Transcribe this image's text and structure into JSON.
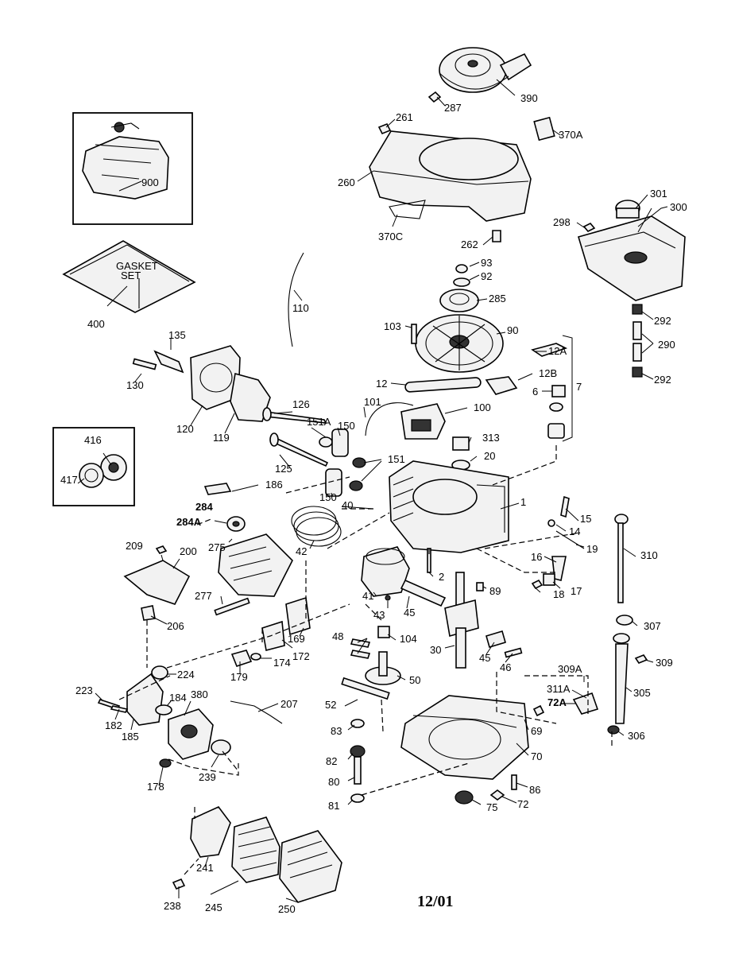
{
  "diagram": {
    "date_code": "12/01",
    "inset_labels": {
      "gasket": "GASKET",
      "set": "SET"
    },
    "labels": [
      {
        "id": "390",
        "t": "390"
      },
      {
        "id": "287",
        "t": "287"
      },
      {
        "id": "261",
        "t": "261"
      },
      {
        "id": "370A",
        "t": "370A"
      },
      {
        "id": "260",
        "t": "260"
      },
      {
        "id": "370C",
        "t": "370C"
      },
      {
        "id": "262",
        "t": "262"
      },
      {
        "id": "301",
        "t": "301"
      },
      {
        "id": "300",
        "t": "300"
      },
      {
        "id": "298",
        "t": "298"
      },
      {
        "id": "292a",
        "t": "292"
      },
      {
        "id": "290",
        "t": "290"
      },
      {
        "id": "292b",
        "t": "292"
      },
      {
        "id": "900",
        "t": "900"
      },
      {
        "id": "400",
        "t": "400"
      },
      {
        "id": "110",
        "t": "110"
      },
      {
        "id": "93",
        "t": "93"
      },
      {
        "id": "92",
        "t": "92"
      },
      {
        "id": "285",
        "t": "285"
      },
      {
        "id": "103",
        "t": "103"
      },
      {
        "id": "90",
        "t": "90"
      },
      {
        "id": "12A",
        "t": "12A"
      },
      {
        "id": "12B",
        "t": "12B"
      },
      {
        "id": "12",
        "t": "12"
      },
      {
        "id": "6",
        "t": "6"
      },
      {
        "id": "7",
        "t": "7"
      },
      {
        "id": "135",
        "t": "135"
      },
      {
        "id": "130",
        "t": "130"
      },
      {
        "id": "120",
        "t": "120"
      },
      {
        "id": "119",
        "t": "119"
      },
      {
        "id": "126",
        "t": "126"
      },
      {
        "id": "151A",
        "t": "151A"
      },
      {
        "id": "150a",
        "t": "150"
      },
      {
        "id": "101",
        "t": "101"
      },
      {
        "id": "100",
        "t": "100"
      },
      {
        "id": "313",
        "t": "313"
      },
      {
        "id": "20",
        "t": "20"
      },
      {
        "id": "125",
        "t": "125"
      },
      {
        "id": "151",
        "t": "151"
      },
      {
        "id": "150b",
        "t": "150"
      },
      {
        "id": "40",
        "t": "40"
      },
      {
        "id": "1",
        "t": "1"
      },
      {
        "id": "416",
        "t": "416"
      },
      {
        "id": "417",
        "t": "417"
      },
      {
        "id": "186",
        "t": "186"
      },
      {
        "id": "284",
        "t": "284",
        "bold": true
      },
      {
        "id": "284A",
        "t": "284A",
        "bold": true
      },
      {
        "id": "275",
        "t": "275"
      },
      {
        "id": "42",
        "t": "42"
      },
      {
        "id": "15",
        "t": "15"
      },
      {
        "id": "14",
        "t": "14"
      },
      {
        "id": "19",
        "t": "19"
      },
      {
        "id": "310",
        "t": "310"
      },
      {
        "id": "209",
        "t": "209"
      },
      {
        "id": "200",
        "t": "200"
      },
      {
        "id": "16",
        "t": "16"
      },
      {
        "id": "2",
        "t": "2"
      },
      {
        "id": "89",
        "t": "89"
      },
      {
        "id": "17",
        "t": "17"
      },
      {
        "id": "18",
        "t": "18"
      },
      {
        "id": "41",
        "t": "41"
      },
      {
        "id": "43",
        "t": "43"
      },
      {
        "id": "45a",
        "t": "45"
      },
      {
        "id": "277",
        "t": "277"
      },
      {
        "id": "206",
        "t": "206"
      },
      {
        "id": "307",
        "t": "307"
      },
      {
        "id": "104",
        "t": "104"
      },
      {
        "id": "48",
        "t": "48"
      },
      {
        "id": "30",
        "t": "30"
      },
      {
        "id": "45b",
        "t": "45"
      },
      {
        "id": "46",
        "t": "46"
      },
      {
        "id": "169",
        "t": "169"
      },
      {
        "id": "172",
        "t": "172"
      },
      {
        "id": "174",
        "t": "174"
      },
      {
        "id": "179",
        "t": "179"
      },
      {
        "id": "224",
        "t": "224"
      },
      {
        "id": "309A",
        "t": "309A"
      },
      {
        "id": "309",
        "t": "309"
      },
      {
        "id": "50",
        "t": "50"
      },
      {
        "id": "311A",
        "t": "311A"
      },
      {
        "id": "72A",
        "t": "72A",
        "bold": true
      },
      {
        "id": "305",
        "t": "305"
      },
      {
        "id": "223",
        "t": "223"
      },
      {
        "id": "380",
        "t": "380"
      },
      {
        "id": "184",
        "t": "184"
      },
      {
        "id": "207",
        "t": "207"
      },
      {
        "id": "52",
        "t": "52"
      },
      {
        "id": "182",
        "t": "182"
      },
      {
        "id": "185",
        "t": "185"
      },
      {
        "id": "83",
        "t": "83"
      },
      {
        "id": "69",
        "t": "69"
      },
      {
        "id": "306",
        "t": "306"
      },
      {
        "id": "70",
        "t": "70"
      },
      {
        "id": "82",
        "t": "82"
      },
      {
        "id": "239",
        "t": "239"
      },
      {
        "id": "178",
        "t": "178"
      },
      {
        "id": "80",
        "t": "80"
      },
      {
        "id": "86",
        "t": "86"
      },
      {
        "id": "81",
        "t": "81"
      },
      {
        "id": "75",
        "t": "75"
      },
      {
        "id": "72",
        "t": "72"
      },
      {
        "id": "241",
        "t": "241"
      },
      {
        "id": "238",
        "t": "238"
      },
      {
        "id": "245",
        "t": "245"
      },
      {
        "id": "250",
        "t": "250"
      }
    ]
  }
}
